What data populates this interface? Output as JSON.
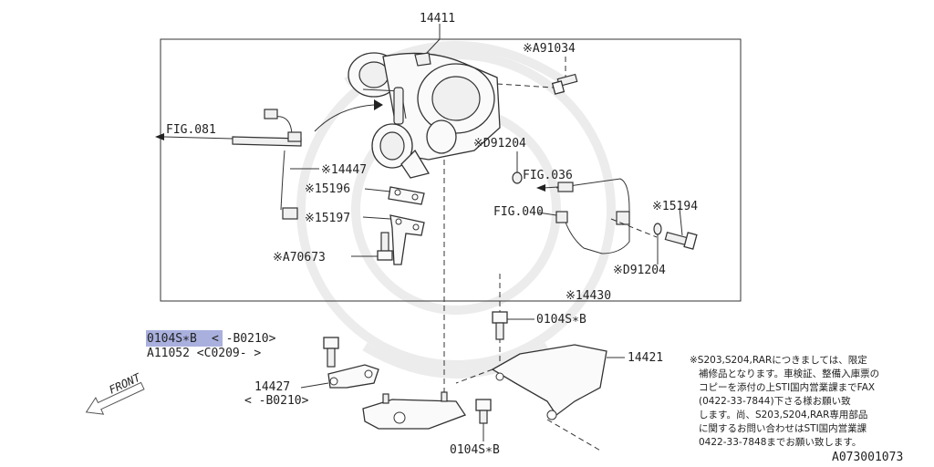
{
  "labels": {
    "turbo": "14411",
    "a91034": "※A91034",
    "fig081": "FIG.081",
    "d91204_top": "※D91204",
    "hose14447": "※14447",
    "gasket15196": "※15196",
    "fig036": "FIG.036",
    "bolt15194": "※15194",
    "fig040": "FIG.040",
    "gasket15197": "※15197",
    "stud70673": "※A70673",
    "d91204_bottom": "※D91204",
    "pipe14430": "※14430",
    "bolt_highlight": "0104S∗B",
    "bolt_highlight_range": "< -B0210>",
    "bolt_alt": "A11052 <C0209- >",
    "bolt_right": "0104S∗B",
    "bracket14421": "14421",
    "bracket14427": "14427",
    "bracket14427_range": "< -B0210>",
    "bolt_bottom": "0104S∗B",
    "front": "FRONT",
    "diagram_id": "A073001073"
  },
  "note": [
    "※S203,S204,RARにつきましては、限定",
    "補修品となります。車検証、整備入庫票の",
    "コピーを添付の上STI国内営業課までFAX",
    "(0422-33-7844)下さる様お願い致",
    "します。尚、S203,S204,RAR専用部品",
    "に関するお問い合わせはSTI国内営業課",
    "0422-33-7848までお願い致します。"
  ],
  "colors": {
    "highlight": "#9aa2d8",
    "line": "#333333",
    "watermark": "#ececec"
  }
}
